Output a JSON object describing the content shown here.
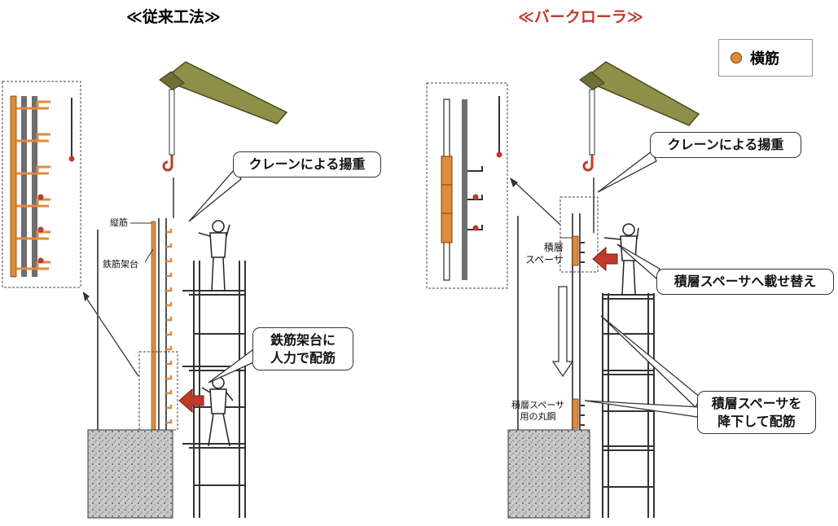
{
  "titles": {
    "left": "≪従来工法≫",
    "right": "≪バークローラ≫"
  },
  "legend": {
    "label": "横筋"
  },
  "left_labels": {
    "tateskin": "縦筋",
    "kadai": "鉄筋架台",
    "crane": "クレーンによる揚重",
    "manual_line1": "鉄筋架台に",
    "manual_line2": "人力で配筋"
  },
  "right_labels": {
    "spacer_line1": "積層",
    "spacer_line2": "スペーサ",
    "crane": "クレーンによる揚重",
    "transfer": "積層スペーサへ載せ替え",
    "round_line1": "積層スペーサ",
    "round_line2": "用の丸鋼",
    "lower_line1": "積層スペーサを",
    "lower_line2": "降下して配筋"
  },
  "colors": {
    "title_left": "#111111",
    "title_right": "#c0392b",
    "rebar_orange": "#e08a3c",
    "arrow_red": "#c0392b",
    "crane_olive": "#8f8f4a",
    "concrete": "#bdbdbd"
  }
}
